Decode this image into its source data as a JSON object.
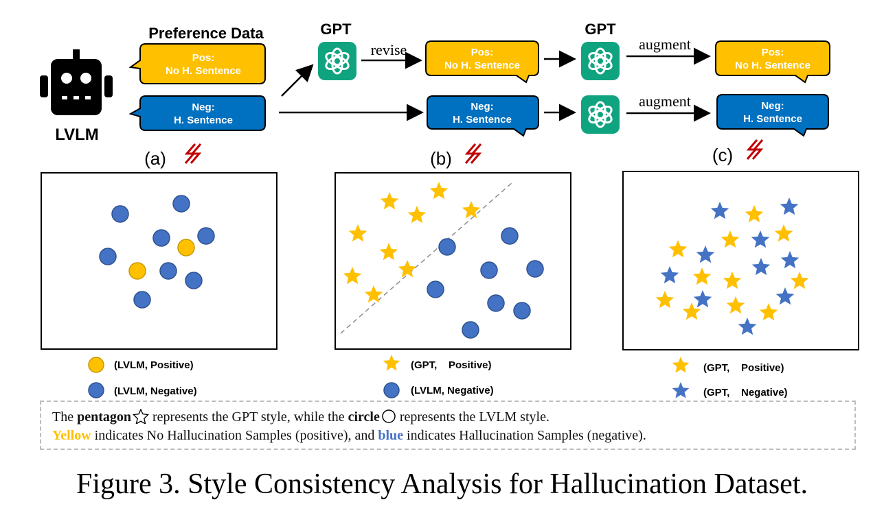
{
  "robot": {
    "label": "LVLM"
  },
  "preference_header": "Preference Data",
  "gpt_labels": {
    "revise": "GPT",
    "augment": "GPT"
  },
  "arrow_labels": {
    "revise": "revise",
    "augment_pos": "augment",
    "augment_neg": "augment"
  },
  "bubbles": {
    "pos_line1": "Pos:",
    "pos_line2": "No H. Sentence",
    "neg_line1": "Neg:",
    "neg_line2": "H. Sentence"
  },
  "panel_labels": {
    "a": "(a)",
    "b": "(b)",
    "c": "(c)"
  },
  "legends": {
    "a": {
      "positive": "(LVLM, Positive)",
      "negative": "(LVLM, Negative)"
    },
    "b": {
      "positive": "(GPT,    Positive)",
      "negative": "(LVLM, Negative)"
    },
    "c": {
      "positive": "(GPT,    Positive)",
      "negative": "(GPT,    Negative)"
    }
  },
  "note": {
    "line1_pre": "The ",
    "line1_pentagon": "pentagon",
    "line1_mid": " represents the GPT style, while the ",
    "line1_circle": "circle",
    "line1_post": " represents the LVLM style.",
    "line2_yellow": "Yellow",
    "line2_mid": " indicates No Hallucination Samples (positive), and ",
    "line2_blue": "blue",
    "line2_post": " indicates Hallucination Samples (negative)."
  },
  "caption": "Figure 3. Style Consistency Analysis for Hallucination Dataset.",
  "colors": {
    "yellow": "#FFC000",
    "yellow_stroke": "#C79A00",
    "blue": "#4472C4",
    "blue_stroke": "#2F528F",
    "bubble_blue": "#0070C0",
    "gpt_green": "#10A37F",
    "lightning": "#C00000"
  },
  "icons": [
    "robot-icon",
    "gpt-logo-icon",
    "lightning-icon",
    "pentagon-icon",
    "circle-icon"
  ]
}
